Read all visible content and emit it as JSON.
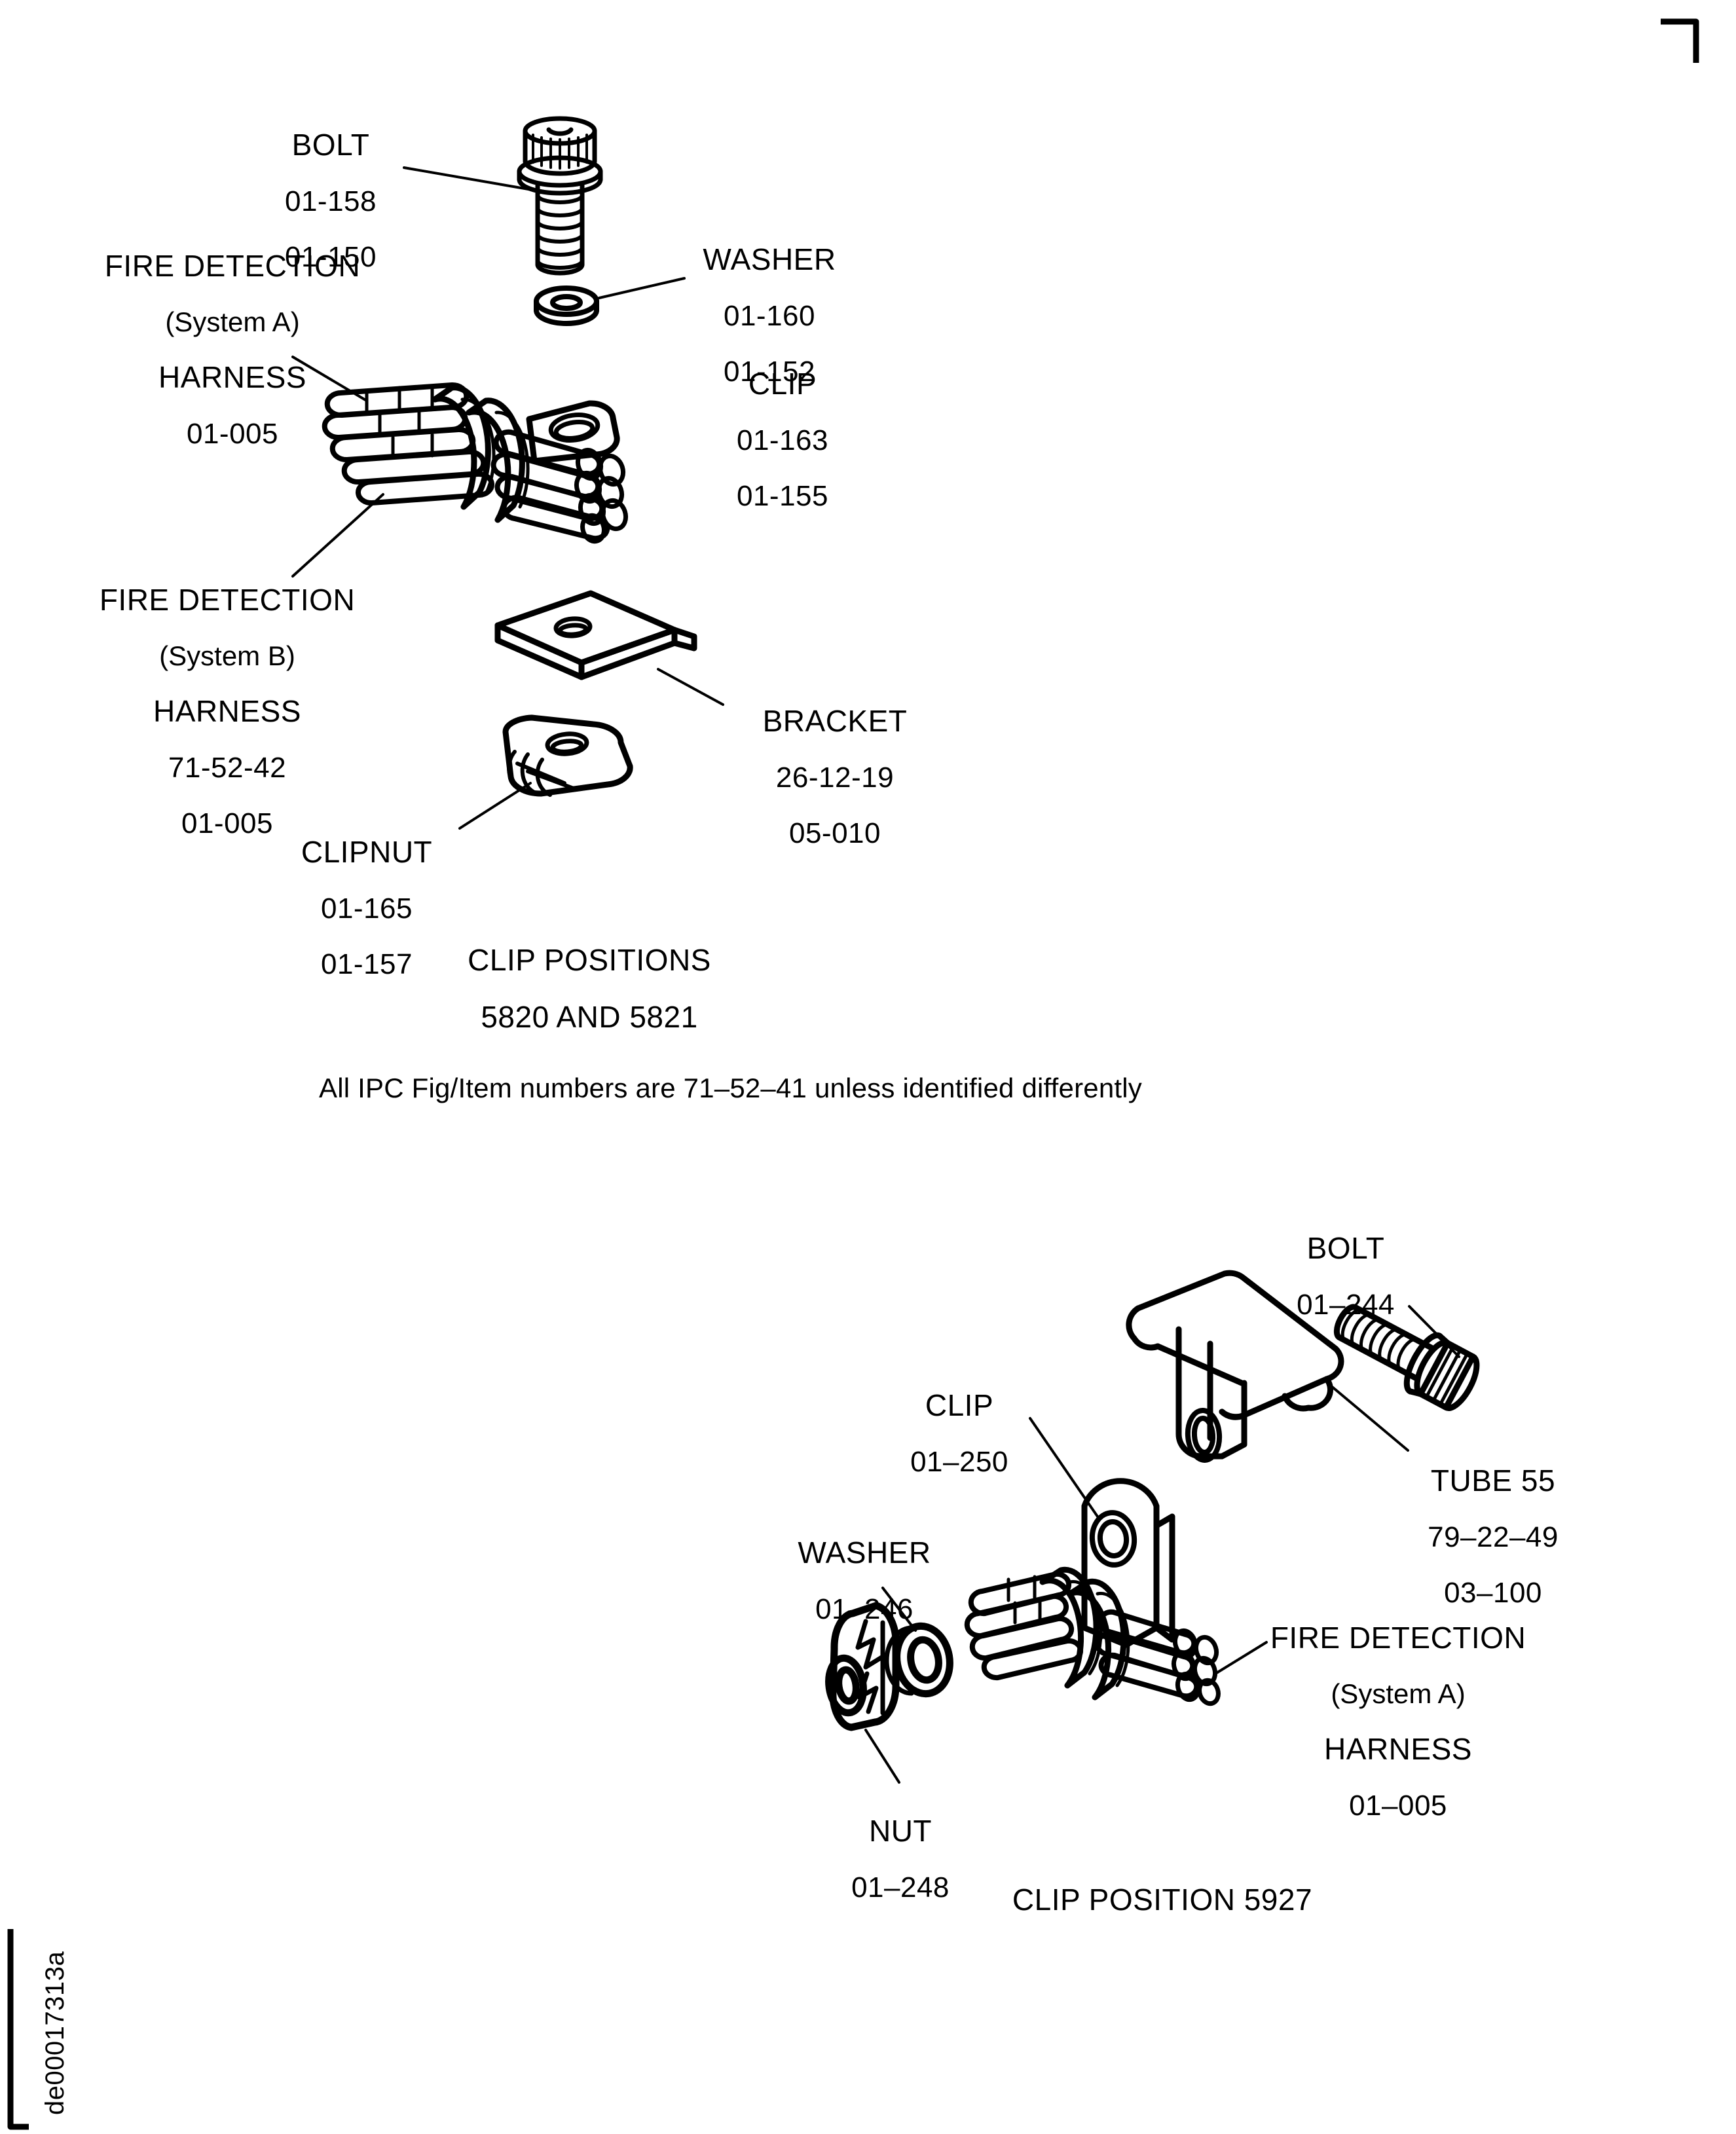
{
  "document": {
    "figure_id": "de00017313a",
    "note": "All IPC Fig/Item numbers are 71–52–41 unless identified differently"
  },
  "upper_diagram": {
    "caption_line1": "CLIP POSITIONS",
    "caption_line2": "5820 AND 5821",
    "labels": [
      {
        "name": "bolt",
        "title": "BOLT",
        "numbers": [
          "01-158",
          "01-150"
        ]
      },
      {
        "name": "fire-detection-system-a-harness",
        "title": "FIRE DETECTION",
        "subtitle": "(System A)",
        "title2": "HARNESS",
        "numbers": [
          "01-005"
        ]
      },
      {
        "name": "washer",
        "title": "WASHER",
        "numbers": [
          "01-160",
          "01-152"
        ]
      },
      {
        "name": "clip",
        "title": "CLIP",
        "numbers": [
          "01-163",
          "01-155"
        ]
      },
      {
        "name": "fire-detection-system-b-harness",
        "title": "FIRE DETECTION",
        "subtitle": "(System B)",
        "title2": "HARNESS",
        "numbers": [
          "71-52-42",
          "01-005"
        ]
      },
      {
        "name": "bracket",
        "title": "BRACKET",
        "numbers": [
          "26-12-19",
          "05-010"
        ]
      },
      {
        "name": "clipnut",
        "title": "CLIPNUT",
        "numbers": [
          "01-165",
          "01-157"
        ]
      }
    ]
  },
  "lower_diagram": {
    "caption": "CLIP POSITION 5927",
    "labels": [
      {
        "name": "bolt",
        "title": "BOLT",
        "numbers": [
          "01–244"
        ]
      },
      {
        "name": "clip",
        "title": "CLIP",
        "numbers": [
          "01–250"
        ]
      },
      {
        "name": "tube-55",
        "title": "TUBE 55",
        "numbers": [
          "79–22–49",
          "03–100"
        ]
      },
      {
        "name": "washer",
        "title": "WASHER",
        "numbers": [
          "01–246"
        ]
      },
      {
        "name": "nut",
        "title": "NUT",
        "numbers": [
          "01–248"
        ]
      },
      {
        "name": "fire-detection-system-a-harness",
        "title": "FIRE DETECTION",
        "subtitle": "(System A)",
        "title2": "HARNESS",
        "numbers": [
          "01–005"
        ]
      }
    ]
  },
  "colors": {
    "ink": "#000000",
    "paper": "#ffffff"
  }
}
